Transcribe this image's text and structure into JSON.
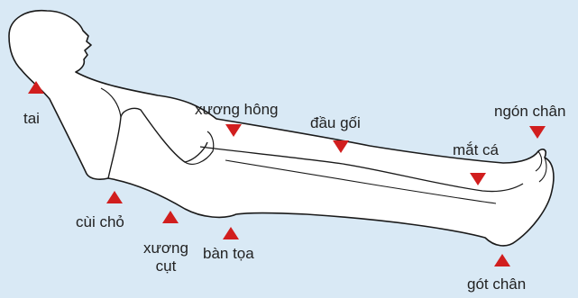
{
  "colors": {
    "background": "#d9e9f5",
    "body_fill": "#ffffff",
    "body_outline": "#1a1a1a",
    "marker": "#d11e1e"
  },
  "diagram": {
    "labels": {
      "tai": "tai",
      "cui_cho": "cùi chỏ",
      "xuong_cut_1": "xương",
      "xuong_cut_2": "cụt",
      "ban_toa": "bàn tọa",
      "xuong_hong": "xương hông",
      "dau_goi": "đầu gối",
      "mat_ca": "mắt cá",
      "ngon_chan": "ngón chân",
      "got_chan": "gót chân"
    },
    "marker_icons": [
      "up-triangle",
      "up-triangle",
      "up-triangle",
      "up-triangle",
      "up-triangle",
      "down-triangle",
      "down-triangle",
      "down-triangle",
      "down-triangle"
    ]
  }
}
